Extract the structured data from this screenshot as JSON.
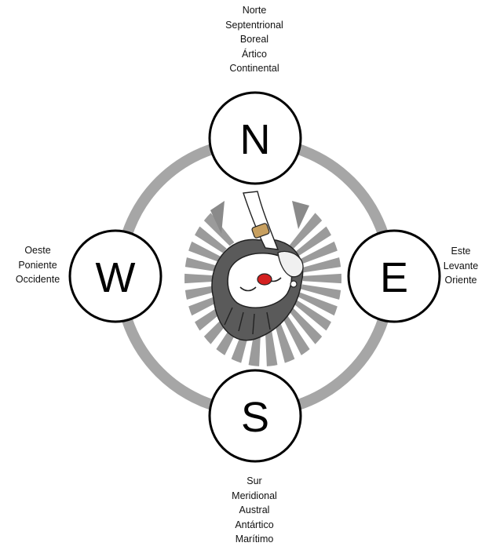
{
  "compass": {
    "north": {
      "letter": "N",
      "names": [
        "Norte",
        "Septentrional",
        "Boreal",
        "Ártico",
        "Continental"
      ]
    },
    "south": {
      "letter": "S",
      "names": [
        "Sur",
        "Meridional",
        "Austral",
        "Antártico",
        "Marítimo"
      ]
    },
    "east": {
      "letter": "E",
      "names": [
        "Este",
        "Levante",
        "Oriente"
      ]
    },
    "west": {
      "letter": "W",
      "names": [
        "Oeste",
        "Poniente",
        "Occidente"
      ]
    }
  },
  "colors": {
    "ring": "#a6a6a6",
    "circle_stroke": "#000000",
    "circle_fill": "#ffffff",
    "illustration_hatch": "#8a8a8a"
  },
  "icons": {
    "center": "upside-down-sleeping-character-illustration"
  }
}
